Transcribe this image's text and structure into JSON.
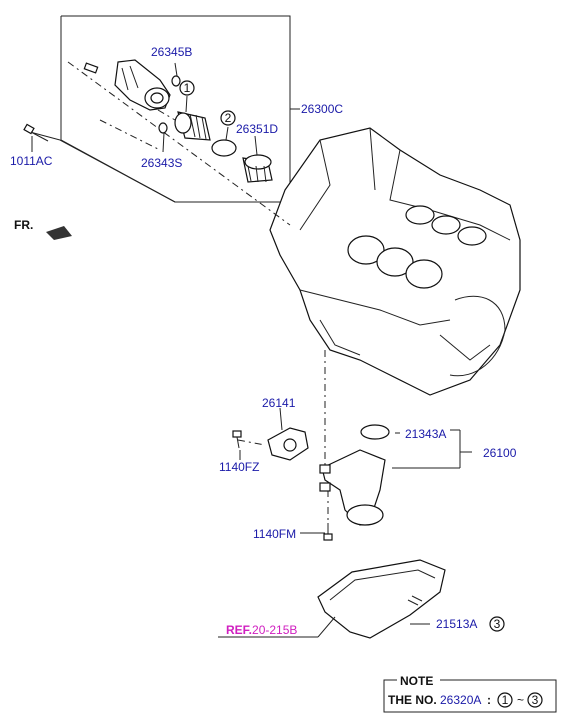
{
  "labels": {
    "p26345B": "26345B",
    "p26300C": "26300C",
    "p26351D": "26351D",
    "p26343S": "26343S",
    "p1011AC": "1011AC",
    "fr": "FR.",
    "p26141": "26141",
    "p21343A": "21343A",
    "p26100": "26100",
    "p1140FZ": "1140FZ",
    "p1140FM": "1140FM",
    "ref_prefix": "REF.",
    "ref_number": "20-215B",
    "p21513A": "21513A"
  },
  "callouts": {
    "c1": "1",
    "c2": "2",
    "c3": "3"
  },
  "note": {
    "title": "NOTE",
    "prefix": "THE NO.",
    "part": "26320A",
    "separator": ":",
    "range_start": "1",
    "tilde": "~",
    "range_end": "3"
  },
  "colors": {
    "part_number": "#1a1aa8",
    "reference": "#d020c0",
    "line": "#222222"
  }
}
